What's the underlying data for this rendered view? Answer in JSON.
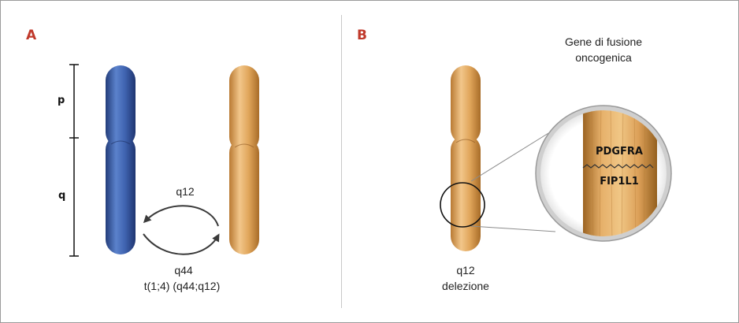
{
  "panel_a": {
    "label": "A",
    "arm_p": "p",
    "arm_q": "q",
    "break_upper": "q12",
    "break_lower": "q44",
    "translocation": "t(1;4) (q44;q12)",
    "colors": {
      "chromosome_1": "#3f63b0",
      "chromosome_4": "#e0a55a"
    }
  },
  "panel_b": {
    "label": "B",
    "band": "q12",
    "event": "delezione",
    "fusion_title_line1": "Gene di fusione",
    "fusion_title_line2": "oncogenica",
    "gene_top": "PDGFRA",
    "gene_bottom": "FIP1L1",
    "colors": {
      "chromosome": "#e0a55a",
      "accent": "#c0392b"
    }
  }
}
